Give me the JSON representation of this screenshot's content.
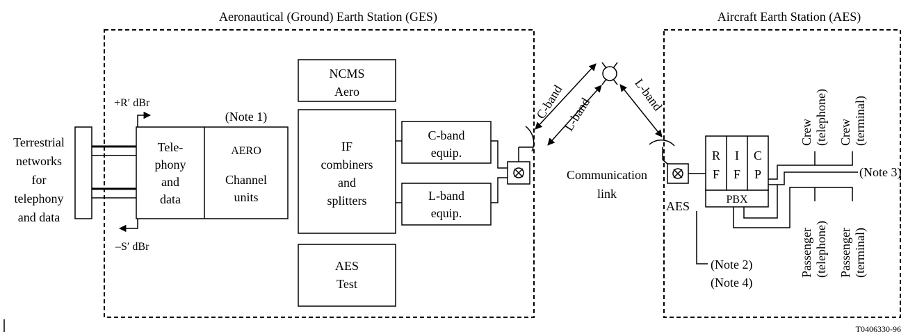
{
  "ges": {
    "title": "Aeronautical (Ground) Earth Station (GES)",
    "terrestrial": [
      "Terrestrial",
      "networks",
      "for",
      "telephony",
      "and data"
    ],
    "r_level": "+R′ dBr",
    "s_level": "–S′ dBr",
    "telephony": [
      "Tele-",
      "phony",
      "and",
      "data"
    ],
    "note1": "(Note 1)",
    "aero": [
      "AERO",
      "Channel",
      "units"
    ],
    "ncms": [
      "NCMS",
      "Aero"
    ],
    "if_comb": [
      "IF",
      "combiners",
      "and",
      "splitters"
    ],
    "aes_test": [
      "AES",
      "Test"
    ],
    "cband_equip": [
      "C-band",
      "equip."
    ],
    "lband_equip": [
      "L-band",
      "equip."
    ]
  },
  "link": {
    "cband": "C-band",
    "lband_left": "L-band",
    "lband_right": "L-band",
    "comm": [
      "Communication",
      "link"
    ]
  },
  "aes": {
    "title": "Aircraft Earth Station (AES)",
    "aes_label": "AES",
    "rf": [
      "R",
      "F"
    ],
    "if": [
      "I",
      "F"
    ],
    "cp": [
      "C",
      "P"
    ],
    "pbx": "PBX",
    "crew_telephone": [
      "Crew",
      "(telephone)"
    ],
    "crew_terminal": [
      "Crew",
      "(terminal)"
    ],
    "passenger_telephone": [
      "Passenger",
      "(telephone)"
    ],
    "passenger_terminal": [
      "Passenger",
      "(terminal)"
    ],
    "note3": "(Note 3)",
    "note2": "(Note 2)",
    "note4": "(Note 4)"
  },
  "ref": "T0406330-96"
}
